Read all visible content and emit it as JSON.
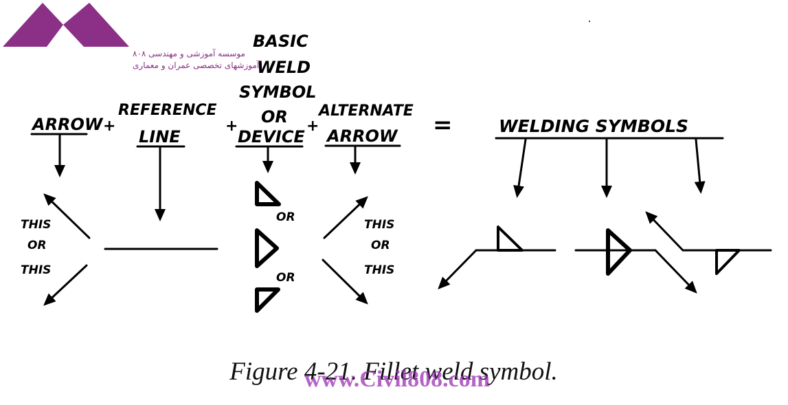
{
  "logo": {
    "line1": "موسسه آموزشی و مهندسی ۸۰۸",
    "line2": "آموزشهای تخصصی عمران و معماری",
    "color": "#8b2f87"
  },
  "headers": {
    "arrow": "ARROW",
    "plus1": "+",
    "reference_line_1": "REFERENCE",
    "reference_line_2": "LINE",
    "plus2": "+",
    "basic_1": "BASIC",
    "basic_2": "WELD",
    "basic_3": "SYMBOL",
    "basic_4": "OR",
    "basic_5": "DEVICE",
    "plus3": "+",
    "alternate_1": "ALTERNATE",
    "alternate_2": "ARROW",
    "equals": "=",
    "welding_symbols": "WELDING  SYMBOLS"
  },
  "labels": {
    "left_this_1": "THIS",
    "left_or": "OR",
    "left_this_2": "THIS",
    "device_or_1": "OR",
    "device_or_2": "OR",
    "right_this_1": "THIS",
    "right_or": "OR",
    "right_this_2": "THIS"
  },
  "caption": "Figure 4-21.  Fillet weld symbol.",
  "watermark": "www.Civil808.com"
}
